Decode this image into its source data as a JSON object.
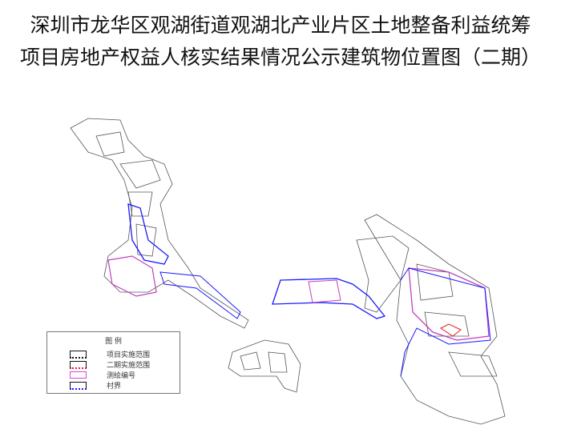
{
  "title": {
    "line1": "深圳市龙华区观湖街道观湖北产业片区土地整备利益统筹",
    "line2": "项目房地产权益人核实结果情况公示建筑物位置图（二期）"
  },
  "legend": {
    "title": "图 例",
    "items": [
      {
        "label": "项目实施范围",
        "color": "#111111"
      },
      {
        "label": "二期实施范围",
        "color": "#e02020"
      },
      {
        "label": "测绘编号",
        "color": "#e040e0"
      },
      {
        "label": "村界",
        "color": "#1a1aff"
      }
    ]
  },
  "colors": {
    "boundary": "#1a1aff",
    "phase2": "#e02020",
    "survey": "#c040c0",
    "building": "#444444"
  }
}
